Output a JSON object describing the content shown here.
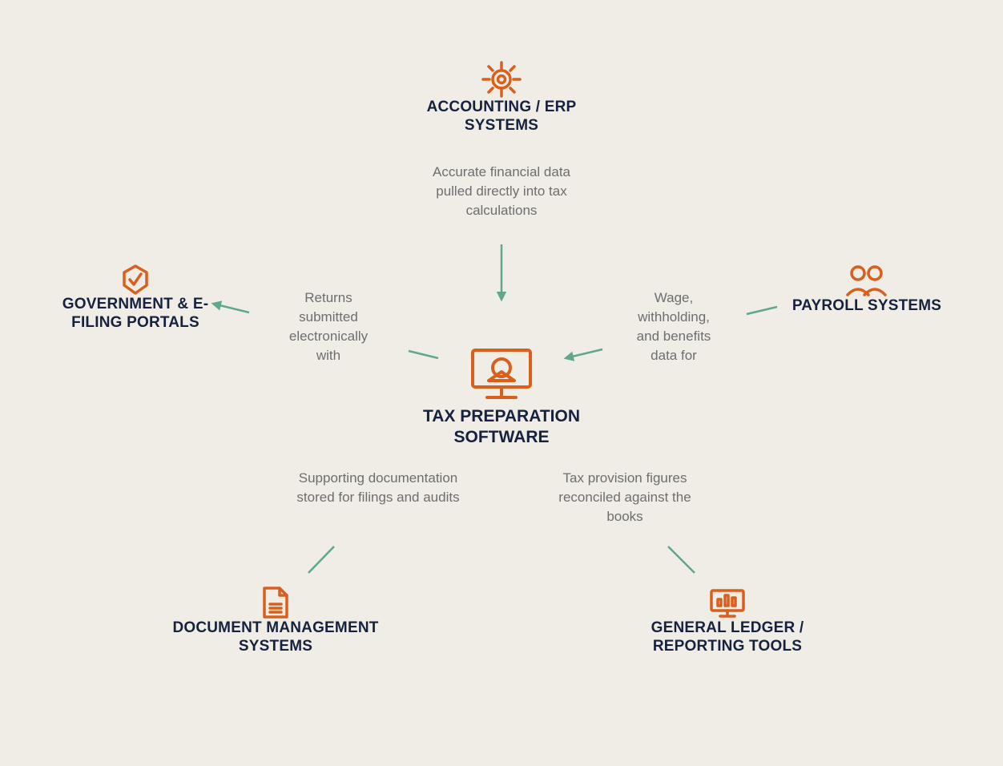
{
  "colors": {
    "background": "#f0ede7",
    "accent_icon": "#d95f1c",
    "label": "#16213e",
    "edge_text": "#6e6e6e",
    "connector": "#5fa88a"
  },
  "center": {
    "label": "TAX PREPARATION SOFTWARE",
    "icon": "monitor-user-icon"
  },
  "nodes": {
    "accounting": {
      "label": "ACCOUNTING / ERP SYSTEMS",
      "icon": "gear-icon"
    },
    "government": {
      "label": "GOVERNMENT & E-FILING PORTALS",
      "icon": "shield-check-icon"
    },
    "payroll": {
      "label": "PAYROLL SYSTEMS",
      "icon": "people-icon"
    },
    "document": {
      "label": "DOCUMENT MANAGEMENT SYSTEMS",
      "icon": "document-icon"
    },
    "ledger": {
      "label": "GENERAL LEDGER / REPORTING TOOLS",
      "icon": "chart-monitor-icon"
    }
  },
  "edges": {
    "accounting": "Accurate financial data pulled directly into tax calculations",
    "government": "Returns submitted electronically with",
    "payroll": "Wage, withholding, and benefits data for",
    "document": "Supporting documentation stored for filings and audits",
    "ledger": "Tax provision figures reconciled against the books"
  }
}
